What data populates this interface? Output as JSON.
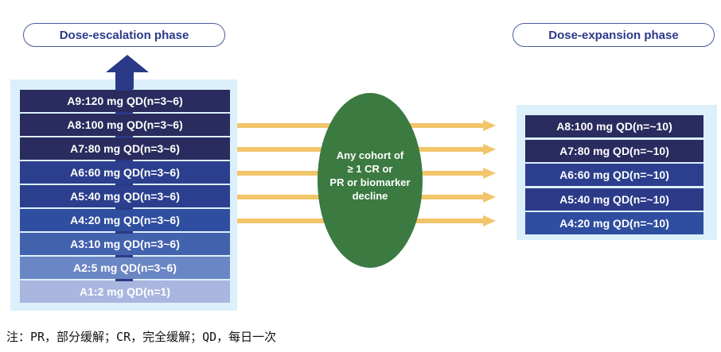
{
  "escalation": {
    "title": "Dose-escalation phase",
    "cohorts": [
      {
        "label": "A9:120 mg QD(n=3~6)",
        "color": "#2a2b5e"
      },
      {
        "label": "A8:100 mg QD(n=3~6)",
        "color": "#2a2b5e"
      },
      {
        "label": "A7:80 mg QD(n=3~6)",
        "color": "#2a2b5e"
      },
      {
        "label": "A6:60 mg QD(n=3~6)",
        "color": "#2c3f8e"
      },
      {
        "label": "A5:40 mg QD(n=3~6)",
        "color": "#2c3f8e"
      },
      {
        "label": "A4:20 mg QD(n=3~6)",
        "color": "#2f4ea0"
      },
      {
        "label": "A3:10 mg QD(n=3~6)",
        "color": "#4362ae"
      },
      {
        "label": "A2:5 mg QD(n=3~6)",
        "color": "#6b86c4"
      },
      {
        "label": "A1:2 mg QD(n=1)",
        "color": "#a9b6e0"
      }
    ]
  },
  "criterion": {
    "lines": [
      "Any cohort of",
      "≥ 1 CR or",
      "PR or biomarker",
      "decline"
    ],
    "color": "#3b7a40"
  },
  "expansion": {
    "title": "Dose-expansion phase",
    "cohorts": [
      {
        "label": "A8:100 mg QD(n=~10)",
        "color": "#2a2b5e"
      },
      {
        "label": "A7:80 mg QD(n=~10)",
        "color": "#2a2b5e"
      },
      {
        "label": "A6:60 mg QD(n=~10)",
        "color": "#2c3f8e"
      },
      {
        "label": "A5:40 mg QD(n=~10)",
        "color": "#2c3a88"
      },
      {
        "label": "A4:20 mg QD(n=~10)",
        "color": "#2f4ea0"
      }
    ]
  },
  "colors": {
    "arrow": "#f2c56a",
    "up_arrow": "#2b3a86",
    "panel": "#dcf0fb"
  },
  "note": "注：PR，部分缓解；CR，完全缓解；QD，每日一次"
}
